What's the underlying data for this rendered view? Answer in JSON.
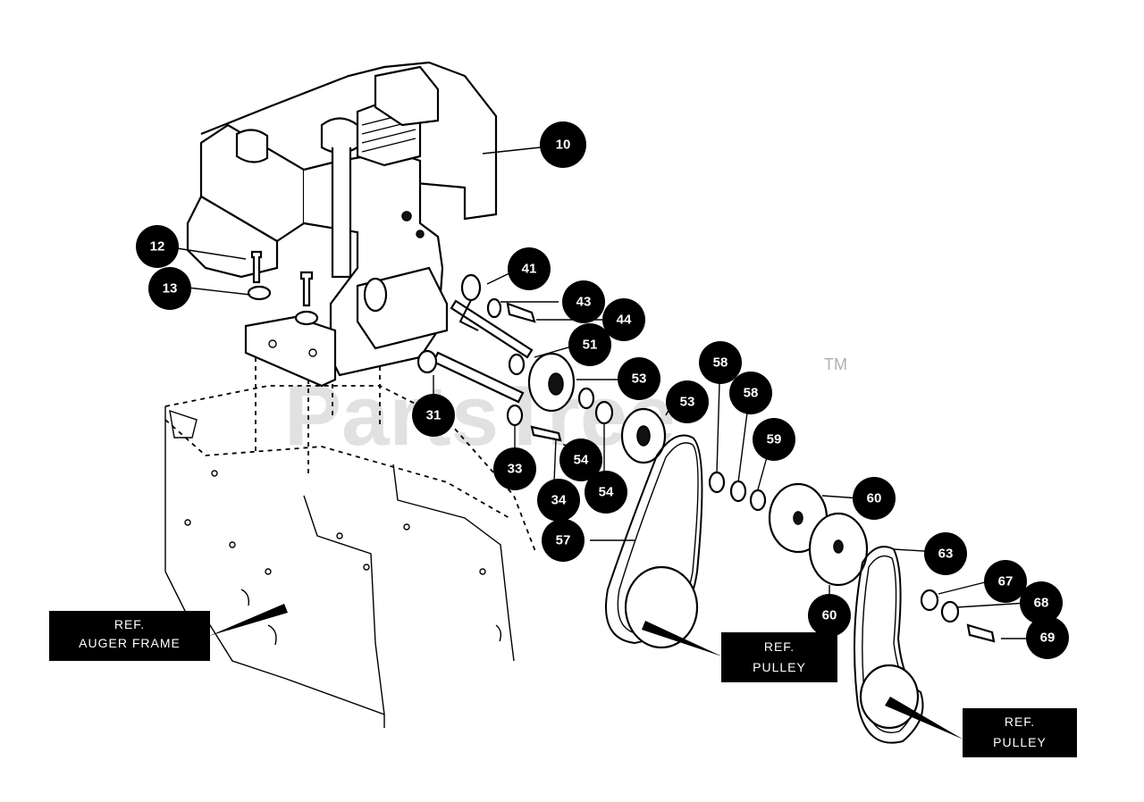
{
  "watermark": {
    "text": "PartsTree",
    "tm": "TM"
  },
  "callouts": [
    {
      "label": "10"
    },
    {
      "label": "12"
    },
    {
      "label": "13"
    },
    {
      "label": "41"
    },
    {
      "label": "43"
    },
    {
      "label": "44"
    },
    {
      "label": "51"
    },
    {
      "label": "53"
    },
    {
      "label": "53"
    },
    {
      "label": "58"
    },
    {
      "label": "58"
    },
    {
      "label": "59"
    },
    {
      "label": "31"
    },
    {
      "label": "33"
    },
    {
      "label": "54"
    },
    {
      "label": "54"
    },
    {
      "label": "34"
    },
    {
      "label": "60"
    },
    {
      "label": "57"
    },
    {
      "label": "63"
    },
    {
      "label": "67"
    },
    {
      "label": "68"
    },
    {
      "label": "69"
    },
    {
      "label": "60"
    }
  ],
  "ref_labels": [
    {
      "line1": "REF.",
      "line2": "AUGER FRAME"
    },
    {
      "line1": "REF.",
      "line2": "PULLEY"
    },
    {
      "line1": "REF.",
      "line2": "PULLEY"
    }
  ]
}
